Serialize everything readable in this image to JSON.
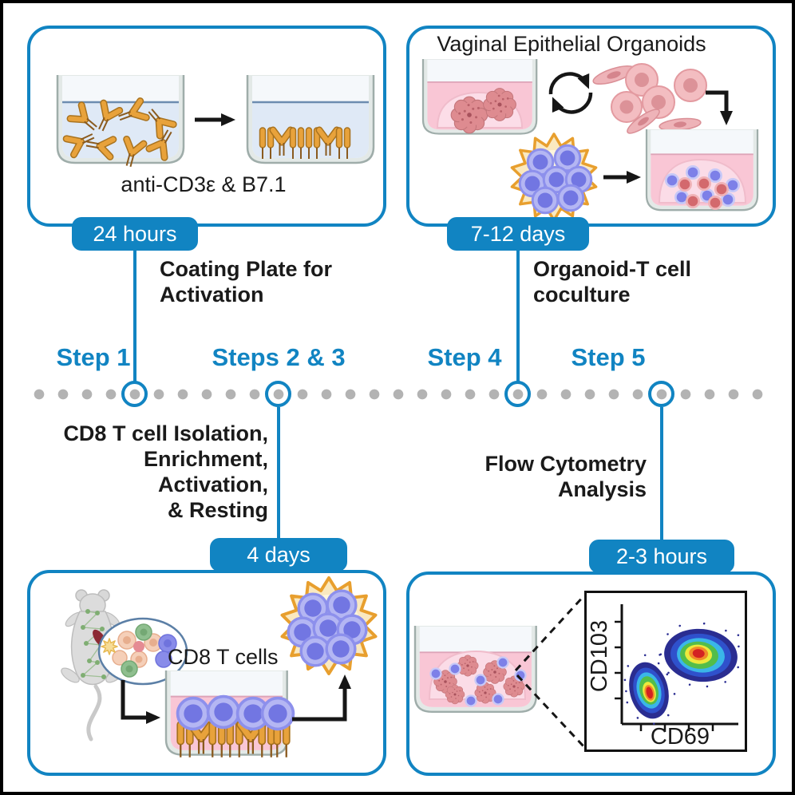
{
  "colors": {
    "accent_blue": "#1184c2",
    "timeline_dot": "#b3b3b3",
    "antibody_orange": "#e8a23b",
    "media_pink": "#f9c6d5",
    "cell_blue": "#7d80e8",
    "text": "#1a1a1a"
  },
  "timeline": {
    "steps": [
      {
        "label": "Step 1"
      },
      {
        "label": "Steps 2 & 3"
      },
      {
        "label": "Step 4"
      },
      {
        "label": "Step 5"
      }
    ]
  },
  "panels": {
    "coating": {
      "caption": "anti-CD3ε & B7.1",
      "badge": "24 hours",
      "description": "Coating Plate for\nActivation"
    },
    "organoids": {
      "title": "Vaginal Epithelial Organoids",
      "badge": "7-12 days",
      "description": "Organoid-T cell\ncoculture"
    },
    "cd8": {
      "dish_label": "CD8 T cells",
      "badge": "4 days",
      "description": "CD8 T cell Isolation,\nEnrichment,\nActivation,\n& Resting"
    },
    "flow": {
      "badge": "2-3 hours",
      "description": "Flow Cytometry\nAnalysis",
      "plot": {
        "ylabel": "CD103",
        "xlabel": "CD69"
      }
    }
  }
}
